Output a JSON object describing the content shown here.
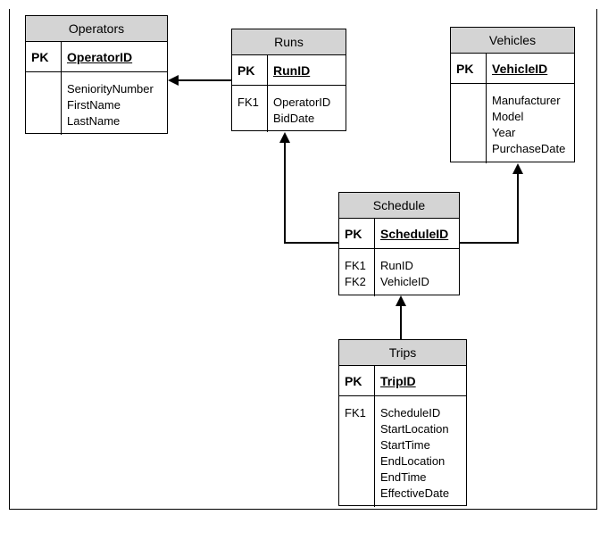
{
  "entities": {
    "operators": {
      "title": "Operators",
      "pk_label": "PK",
      "pk_field": "OperatorID",
      "keys": [],
      "fields": [
        "SeniorityNumber",
        "FirstName",
        "LastName"
      ]
    },
    "runs": {
      "title": "Runs",
      "pk_label": "PK",
      "pk_field": "RunID",
      "keys": [
        "FK1"
      ],
      "fields": [
        "OperatorID",
        "BidDate"
      ]
    },
    "vehicles": {
      "title": "Vehicles",
      "pk_label": "PK",
      "pk_field": "VehicleID",
      "keys": [],
      "fields": [
        "Manufacturer",
        "Model",
        "Year",
        "PurchaseDate"
      ]
    },
    "schedule": {
      "title": "Schedule",
      "pk_label": "PK",
      "pk_field": "ScheduleID",
      "keys": [
        "FK1",
        "FK2"
      ],
      "fields": [
        "RunID",
        "VehicleID"
      ]
    },
    "trips": {
      "title": "Trips",
      "pk_label": "PK",
      "pk_field": "TripID",
      "keys": [
        "FK1"
      ],
      "fields": [
        "ScheduleID",
        "StartLocation",
        "StartTime",
        "EndLocation",
        "EndTime",
        "EffectiveDate"
      ]
    }
  },
  "relationships": [
    {
      "from": "runs",
      "to": "operators"
    },
    {
      "from": "schedule",
      "to": "runs"
    },
    {
      "from": "schedule",
      "to": "vehicles"
    },
    {
      "from": "trips",
      "to": "schedule"
    }
  ]
}
